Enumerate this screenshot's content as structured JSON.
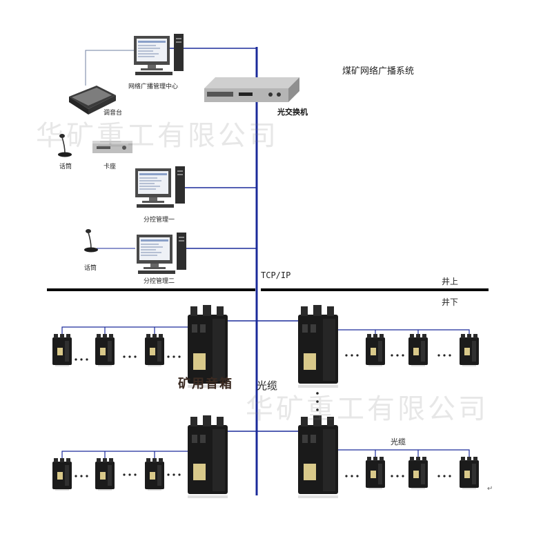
{
  "title": "煤矿网络广播系统",
  "watermark": "华矿重工有限公司",
  "labels": {
    "center": "网络广播管理中心",
    "mixer": "调音台",
    "mic1": "话筒",
    "deck": "卡座",
    "sub1": "分控管理一",
    "mic2": "话筒",
    "sub2": "分控管理二",
    "switch": "光交换机",
    "tcp": "TCP/IP",
    "above": "井上",
    "below": "井下",
    "speaker": "矿用音箱",
    "cable_mid": "光缆",
    "cable_right": "光缆",
    "return_mark": "↵"
  },
  "colors": {
    "network": "#1a2a9a",
    "ground": "#000000",
    "speaker": "#1b1b1b"
  }
}
